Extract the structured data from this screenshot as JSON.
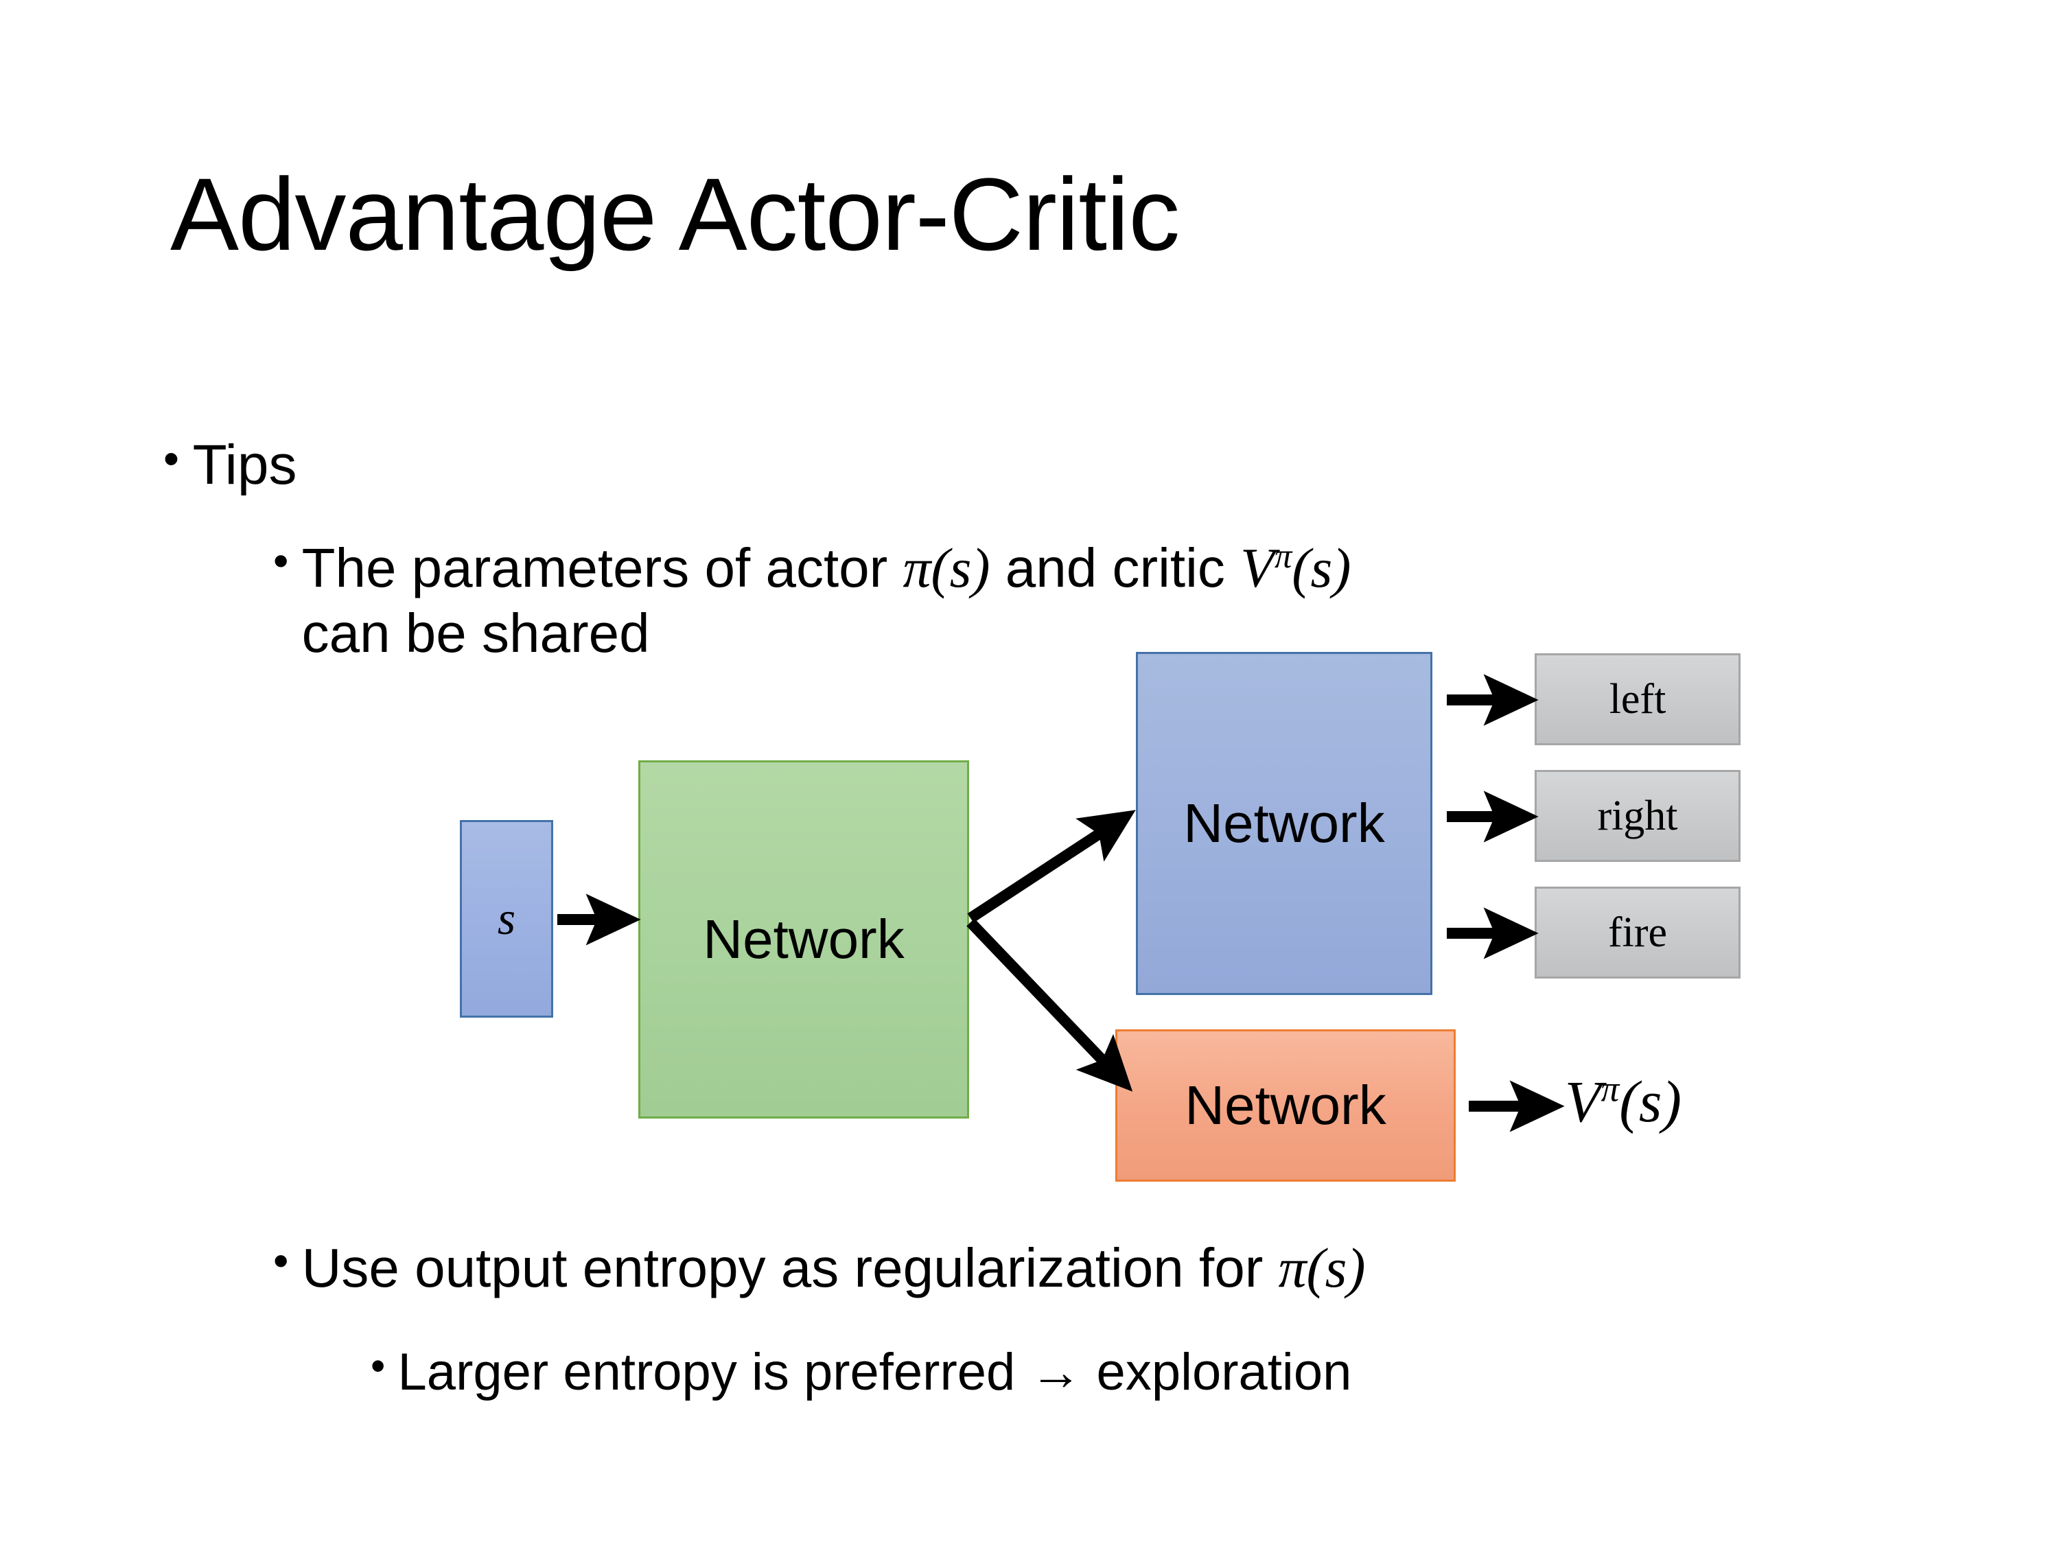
{
  "slide": {
    "title": "Advantage Actor-Critic",
    "background": "#ffffff"
  },
  "bullets": [
    {
      "id": "tips",
      "level": 1,
      "marker": "•",
      "text": "Tips"
    },
    {
      "id": "params",
      "level": 2,
      "marker": "•",
      "text_before": "The parameters of actor ",
      "math_actor": "π(s)",
      "text_middle": "  and critic ",
      "math_critic_base": "V",
      "math_critic_sup": "π",
      "math_critic_arg": "(s)",
      "text_after": "can be shared"
    },
    {
      "id": "entropy",
      "level": 2,
      "marker": "•",
      "text_before": "Use output entropy as regularization for ",
      "math": "π(s)"
    },
    {
      "id": "larger",
      "level": 3,
      "marker": "•",
      "text": "Larger entropy is preferred → exploration"
    }
  ],
  "diagram": {
    "input_box": {
      "label": "s",
      "fill": "#9cb1e2",
      "stroke": "#4472a8"
    },
    "shared_network": {
      "label": "Network",
      "fill": "#a9d29c",
      "stroke": "#70ad47"
    },
    "actor_network": {
      "label": "Network",
      "fill": "#9db1dd",
      "stroke": "#4472a8"
    },
    "critic_network": {
      "label": "Network",
      "fill": "#f4a585",
      "stroke": "#ed7d31"
    },
    "action_outputs": [
      {
        "label": "left",
        "fill": "#cacccd",
        "stroke": "#a6a6a6"
      },
      {
        "label": "right",
        "fill": "#cacccd",
        "stroke": "#a6a6a6"
      },
      {
        "label": "fire",
        "fill": "#cacccd",
        "stroke": "#a6a6a6"
      }
    ],
    "value_output": {
      "base": "V",
      "sup": "π",
      "arg": "(s)"
    },
    "arrow_color": "#000000"
  }
}
